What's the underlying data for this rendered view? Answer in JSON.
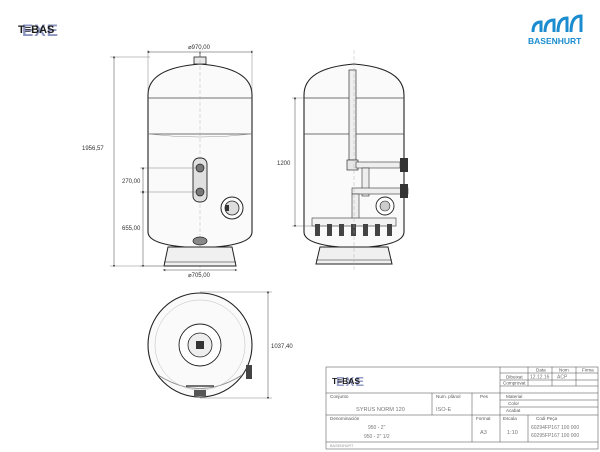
{
  "header": {
    "tebas_logo": "T≡BAS",
    "basenhurt_logo": "BASENHURT"
  },
  "dimensions": {
    "diameter": "⌀970,00",
    "base_diameter": "⌀705,00",
    "total_height": "1956,57",
    "port_spacing": "270,00",
    "port_height": "655,00",
    "bed_height": "1200",
    "overall_width": "1037,40"
  },
  "title_block": {
    "date_label": "Data",
    "name_label": "Nom",
    "sign_label": "Firma",
    "drawn_label": "Dibuixat",
    "drawn_date": "12.12.16",
    "drawn_name": "ACP",
    "checked_label": "Comprovat",
    "conjunto_label": "Conjunto",
    "conjunto_value": "SYRUS NORM 120",
    "plane_label": "Num. plànol",
    "standard": "ISO-E",
    "weight_label": "Pes",
    "material_label": "Material",
    "color_label": "Color",
    "finish_label": "Acabat",
    "denomination_label": "Denominación",
    "denomination_1": "950 - 2\"",
    "denomination_2": "950 - 2\" 1/2",
    "format_label": "Format",
    "format_value": "A3",
    "scale_label": "Escala",
    "scale_value": "1:10",
    "code_label": "Codi Peça",
    "code_1": "60294FP167 100 000",
    "code_2": "60295FP167 100 000",
    "footer": "BASENHURT"
  }
}
